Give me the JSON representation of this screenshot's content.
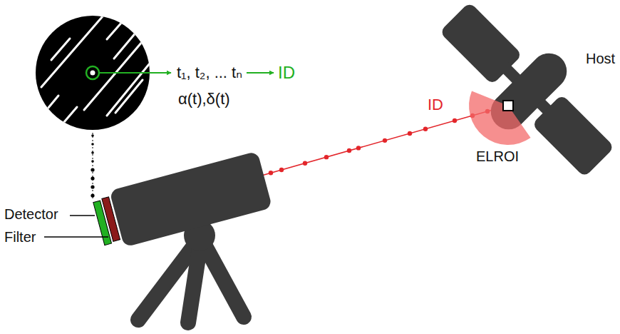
{
  "diagram": {
    "labels": [
      "t₁, t₂, ... tₙ",
      "ID",
      "α(t),δ(t)",
      "Detector",
      "Filter",
      "ID",
      "Host",
      "ELROI"
    ]
  }
}
